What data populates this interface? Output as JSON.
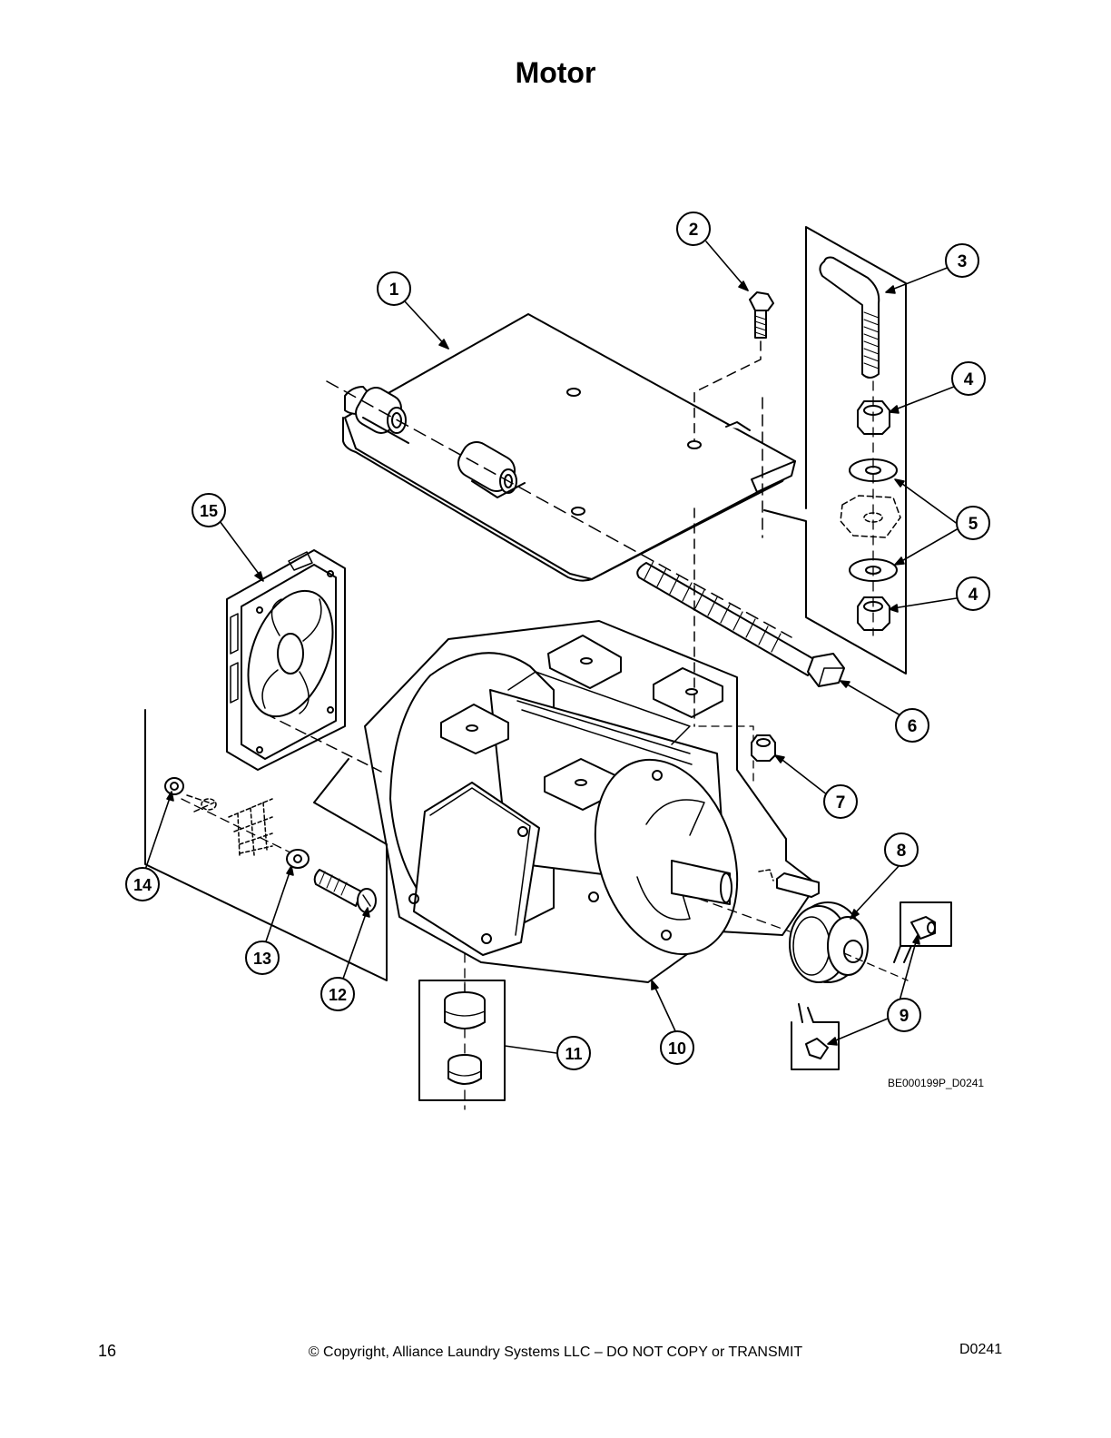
{
  "page": {
    "title": "Motor",
    "figure_code": "BE000199P_D0241",
    "page_number": "16",
    "copyright": "© Copyright, Alliance Laundry Systems LLC – DO NOT COPY or TRANSMIT",
    "doc_code": "D0241"
  },
  "callouts": [
    "1",
    "2",
    "3",
    "4",
    "4",
    "5",
    "6",
    "7",
    "8",
    "9",
    "10",
    "11",
    "12",
    "13",
    "14",
    "15"
  ]
}
